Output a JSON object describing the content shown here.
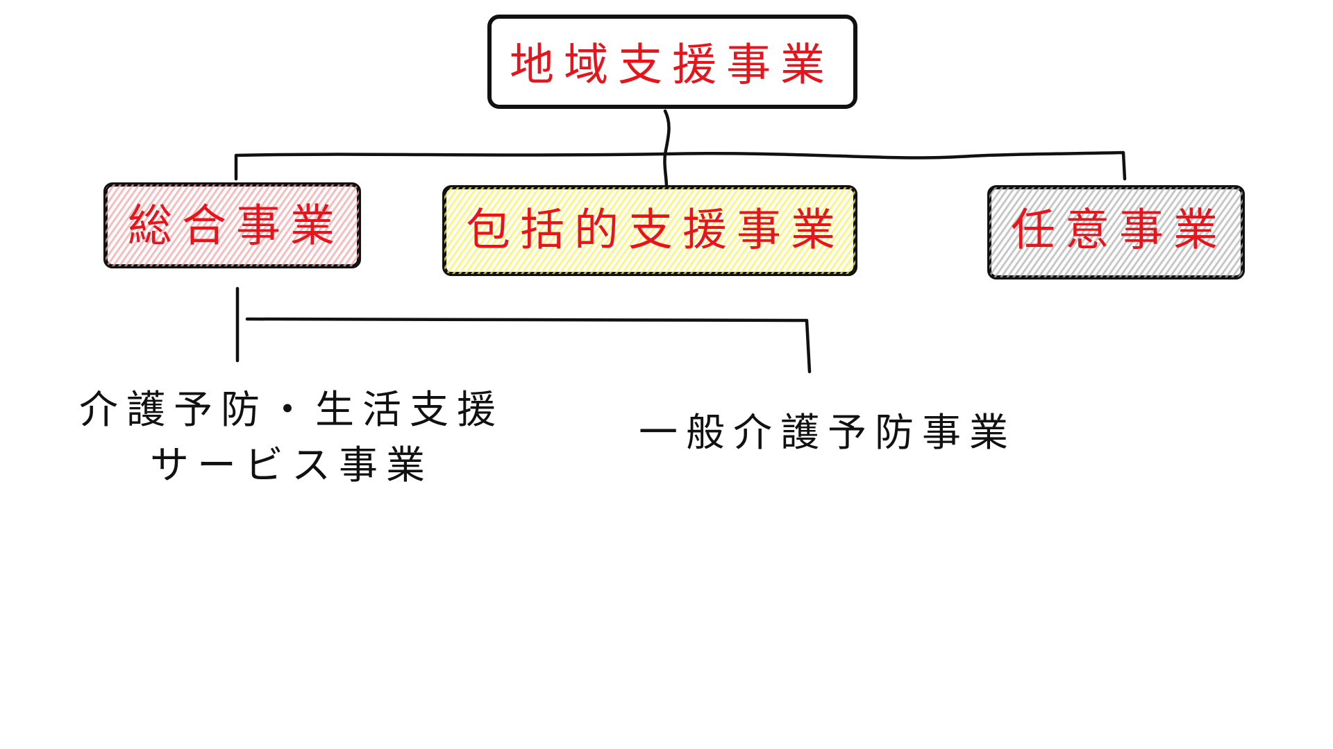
{
  "diagram": {
    "root": {
      "label": "地域支援事業"
    },
    "children": [
      {
        "label": "総合事業",
        "highlight_color": "#f4a6a8"
      },
      {
        "label": "包括的支援事業",
        "highlight_color": "#f7f35a"
      },
      {
        "label": "任意事業",
        "highlight_color": "#b5b5b5"
      }
    ],
    "grandchildren": [
      {
        "line1": "介護予防・生活支援",
        "line2": "サービス事業"
      },
      {
        "label": "一般介護予防事業"
      }
    ]
  },
  "colors": {
    "box_text": "#e8141b",
    "leaf_text": "#111111",
    "outline": "#111111",
    "background": "#ffffff"
  }
}
